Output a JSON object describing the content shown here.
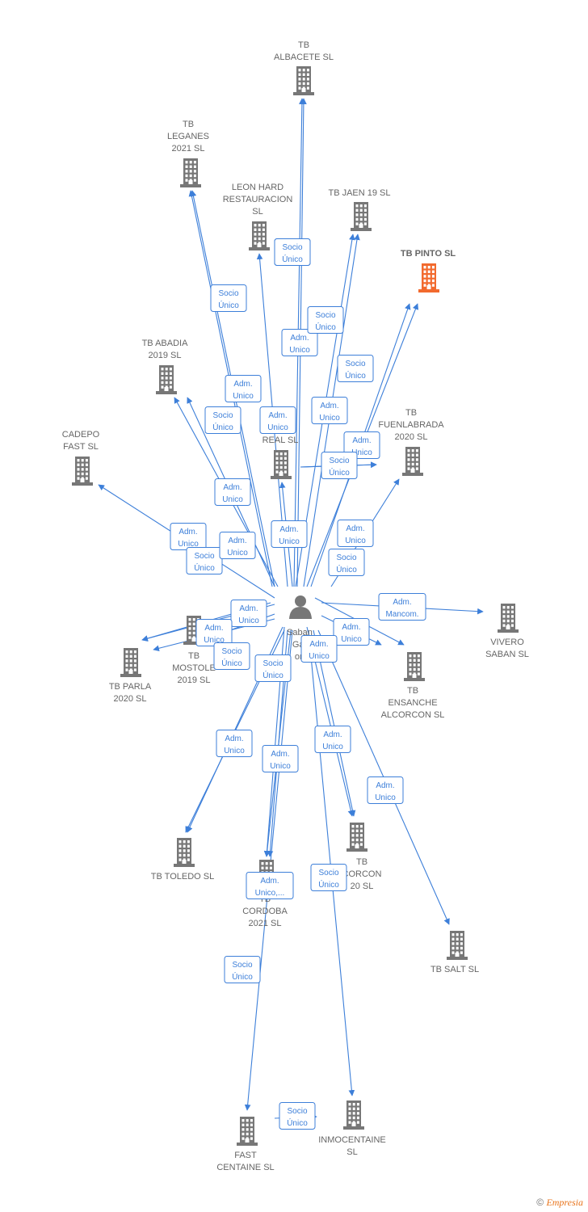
{
  "colors": {
    "edge": "#3d7fd9",
    "company": "#777777",
    "highlight": "#f26a2e",
    "person": "#777777"
  },
  "center": {
    "id": "p",
    "label_lines": [
      "Saban",
      "Gar",
      "on"
    ]
  },
  "nodes": [
    {
      "id": "albacete",
      "label_lines": [
        "TB",
        "ALBACETE  SL"
      ],
      "icon": "building-icon"
    },
    {
      "id": "leganes",
      "label_lines": [
        "TB",
        "LEGANES",
        "2021  SL"
      ],
      "icon": "building-icon"
    },
    {
      "id": "leon",
      "label_lines": [
        "LEON HARD",
        "RESTAURACION",
        "SL"
      ],
      "icon": "building-icon"
    },
    {
      "id": "jaen",
      "label_lines": [
        "TB JAEN 19  SL"
      ],
      "icon": "building-icon"
    },
    {
      "id": "pinto",
      "label_lines": [
        "TB PINTO  SL"
      ],
      "icon": "building-icon",
      "highlight": true
    },
    {
      "id": "abadia",
      "label_lines": [
        "TB ABADIA",
        "2019  SL"
      ],
      "icon": "building-icon"
    },
    {
      "id": "fuenlabrada",
      "label_lines": [
        "TB",
        "FUENLABRADA",
        "2020  SL"
      ],
      "icon": "building-icon"
    },
    {
      "id": "cadepo",
      "label_lines": [
        "CADEPO",
        "FAST SL"
      ],
      "icon": "building-icon"
    },
    {
      "id": "real",
      "label_lines": [
        "REAL  SL"
      ],
      "icon": "building-icon"
    },
    {
      "id": "vivero",
      "label_lines": [
        "VIVERO",
        "SABAN  SL"
      ],
      "icon": "building-icon"
    },
    {
      "id": "mostoles",
      "label_lines": [
        "TB",
        "MOSTOLE",
        "2019  SL"
      ],
      "icon": "building-icon"
    },
    {
      "id": "parla",
      "label_lines": [
        "TB PARLA",
        "2020  SL"
      ],
      "icon": "building-icon"
    },
    {
      "id": "ensanche",
      "label_lines": [
        "TB",
        "ENSANCHE",
        "ALCORCON  SL"
      ],
      "icon": "building-icon"
    },
    {
      "id": "toledo",
      "label_lines": [
        "TB TOLEDO  SL"
      ],
      "icon": "building-icon"
    },
    {
      "id": "alcorcon",
      "label_lines": [
        "TB",
        "CORCON",
        "20  SL"
      ],
      "icon": "building-icon"
    },
    {
      "id": "cordoba",
      "label_lines": [
        "TB",
        "CORDOBA",
        "2021  SL"
      ],
      "icon": "building-icon"
    },
    {
      "id": "salt",
      "label_lines": [
        "TB SALT  SL"
      ],
      "icon": "building-icon"
    },
    {
      "id": "fast",
      "label_lines": [
        "FAST",
        "CENTAINE SL"
      ],
      "icon": "building-icon"
    },
    {
      "id": "inmo",
      "label_lines": [
        "INMOCENTAINE",
        "SL"
      ],
      "icon": "building-icon"
    }
  ],
  "edge_labels": [
    [
      "Socio",
      "Único"
    ],
    [
      "Socio",
      "Único"
    ],
    [
      "Socio",
      "Único"
    ],
    [
      "Adm.",
      "Unico"
    ],
    [
      "Socio",
      "Único"
    ],
    [
      "Adm.",
      "Unico"
    ],
    [
      "Socio",
      "Único"
    ],
    [
      "Adm.",
      "Unico"
    ],
    [
      "Adm.",
      "Unico"
    ],
    [
      "Socio",
      "Único"
    ],
    [
      "Adm.",
      "Unico"
    ],
    [
      "Adm.",
      "Unico"
    ],
    [
      "Adm.",
      "Unico"
    ],
    [
      "Adm.",
      "Unico"
    ],
    [
      "Socio",
      "Único"
    ],
    [
      "Socio",
      "Único"
    ],
    [
      "Adm.",
      "Unico"
    ],
    [
      "Socio",
      "Único"
    ],
    [
      "Adm.",
      "Mancom."
    ],
    [
      "Adm.",
      "Unico"
    ],
    [
      "Adm.",
      "Unico"
    ],
    [
      "Adm.",
      "Unico"
    ],
    [
      "Socio",
      "Único"
    ],
    [
      "Socio",
      "Único"
    ],
    [
      "Socio",
      "Único"
    ],
    [
      "Adm.",
      "Unico"
    ],
    [
      "Adm.",
      "Unico"
    ],
    [
      "Adm.",
      "Unico"
    ],
    [
      "Adm.",
      "Unico"
    ],
    [
      "Adm.",
      "Unico,..."
    ],
    [
      "Adm.",
      "Unico"
    ],
    [
      "Socio",
      "Único"
    ]
  ],
  "watermark": {
    "symbol": "©",
    "brand": "Empresia"
  }
}
